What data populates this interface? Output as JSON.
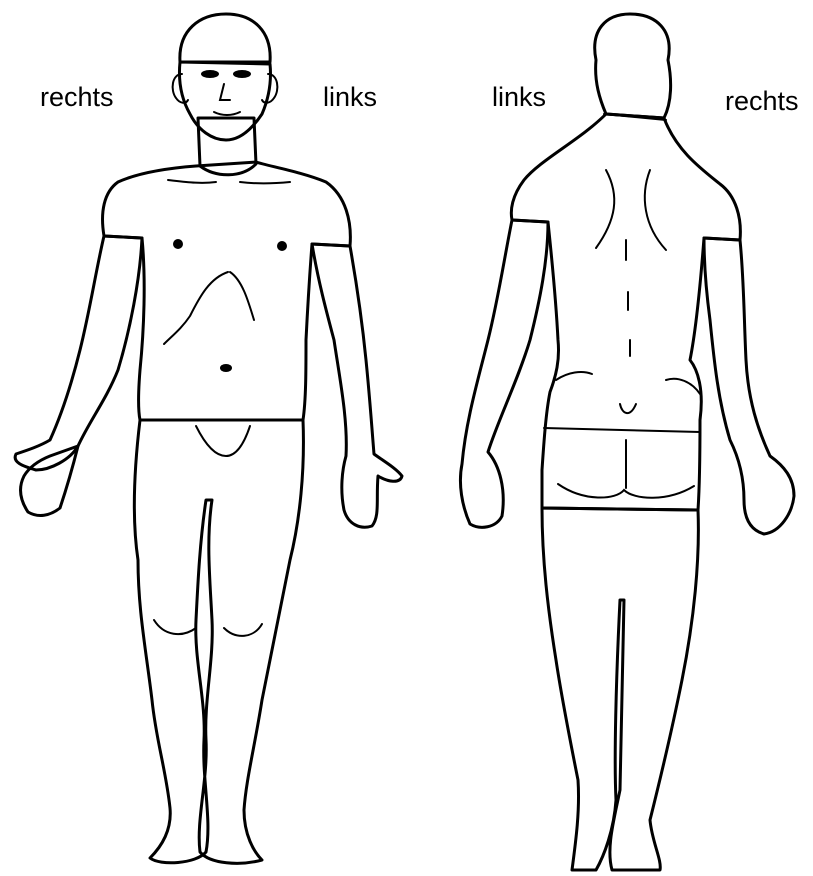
{
  "labels": {
    "front_right": "rechts",
    "front_left": "links",
    "back_left": "links",
    "back_right": "rechts"
  },
  "colors": {
    "highlight": "#fff200",
    "skin": "#ffffa6",
    "outline": "#000000"
  }
}
